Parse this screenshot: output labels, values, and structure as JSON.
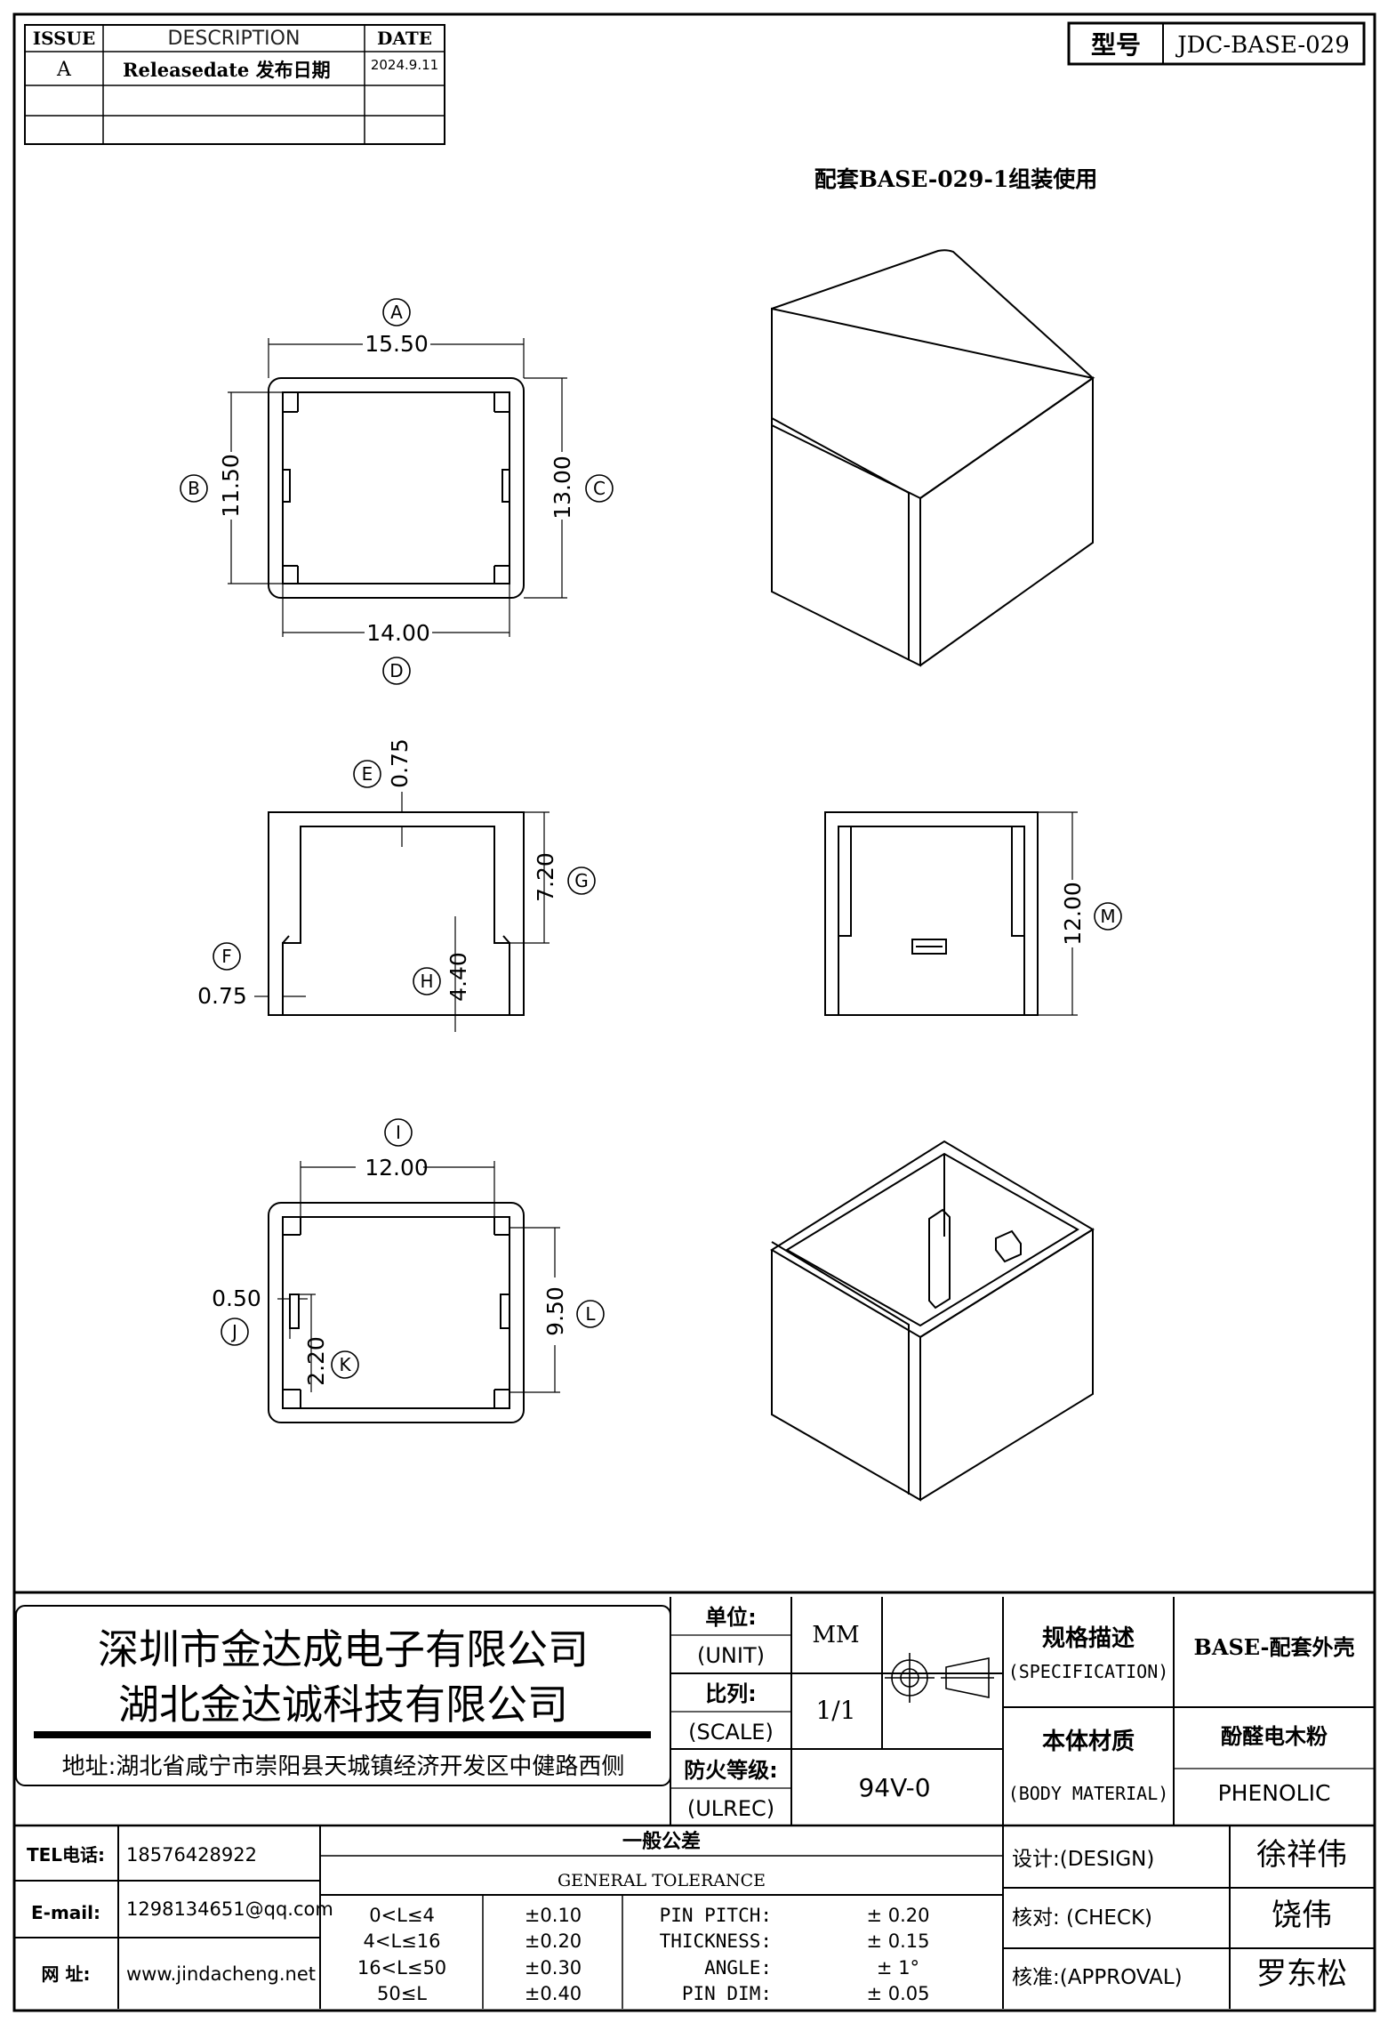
{
  "revision_table": {
    "headers": [
      "ISSUE",
      "DESCRIPTION",
      "DATE"
    ],
    "rows": [
      {
        "issue": "A",
        "description": "Releasedate 发布日期",
        "date": "2024.9.11"
      },
      {
        "issue": "",
        "description": "",
        "date": ""
      },
      {
        "issue": "",
        "description": "",
        "date": ""
      }
    ]
  },
  "model": {
    "label": "型号",
    "value": "JDC-BASE-029"
  },
  "note": "配套BASE-029-1组装使用",
  "dimensions": {
    "A": "15.50",
    "B": "11.50",
    "C": "13.00",
    "D": "14.00",
    "E": "0.75",
    "F": "0.75",
    "G": "7.20",
    "H": "4.40",
    "I": "12.00",
    "J": "0.50",
    "K": "2.20",
    "L": "9.50",
    "M": "12.00"
  },
  "title_block": {
    "company_1": "深圳市金达成电子有限公司",
    "company_2": "湖北金达诚科技有限公司",
    "address": "地址:湖北省咸宁市崇阳县天城镇经济开发区中健路西侧",
    "unit_label": "单位:",
    "unit_label_en": "(UNIT)",
    "unit_value": "MM",
    "scale_label": "比列:",
    "scale_label_en": "(SCALE)",
    "scale_value": "1/1",
    "ulrec_label": "防火等级:",
    "ulrec_label_en": "(ULREC)",
    "ulrec_value": "94V-0",
    "spec_label": "规格描述",
    "spec_label_en": "(SPECIFICATION)",
    "spec_value": "BASE-配套外壳",
    "material_label": "本体材质",
    "material_label_en": "(BODY MATERIAL)",
    "material_value_cn": "酚醛电木粉",
    "material_value_en": "PHENOLIC",
    "tel_label": "TEL电话:",
    "tel_value": "18576428922",
    "email_label": "E-mail:",
    "email_value": "1298134651@qq.com",
    "web_label": "网  址:",
    "web_value": "www.jindacheng.net",
    "tolerance_title_cn": "一般公差",
    "tolerance_title_en": "GENERAL TOLERANCE",
    "tolerance_rows": [
      {
        "range": "0<L≤4",
        "tol": "±0.10",
        "item": "PIN PITCH:",
        "item_tol": "± 0.20"
      },
      {
        "range": "4<L≤16",
        "tol": "±0.20",
        "item": "THICKNESS:",
        "item_tol": "± 0.15"
      },
      {
        "range": "16<L≤50",
        "tol": "±0.30",
        "item": "ANGLE:",
        "item_tol": "± 1°"
      },
      {
        "range": "50≤L",
        "tol": "±0.40",
        "item": "PIN DIM:",
        "item_tol": "± 0.05"
      }
    ],
    "design_label": "设计:(DESIGN)",
    "design_value": "徐祥伟",
    "check_label": "核对: (CHECK)",
    "check_value": "饶伟",
    "approval_label": "核准:(APPROVAL)",
    "approval_value": "罗东松"
  }
}
